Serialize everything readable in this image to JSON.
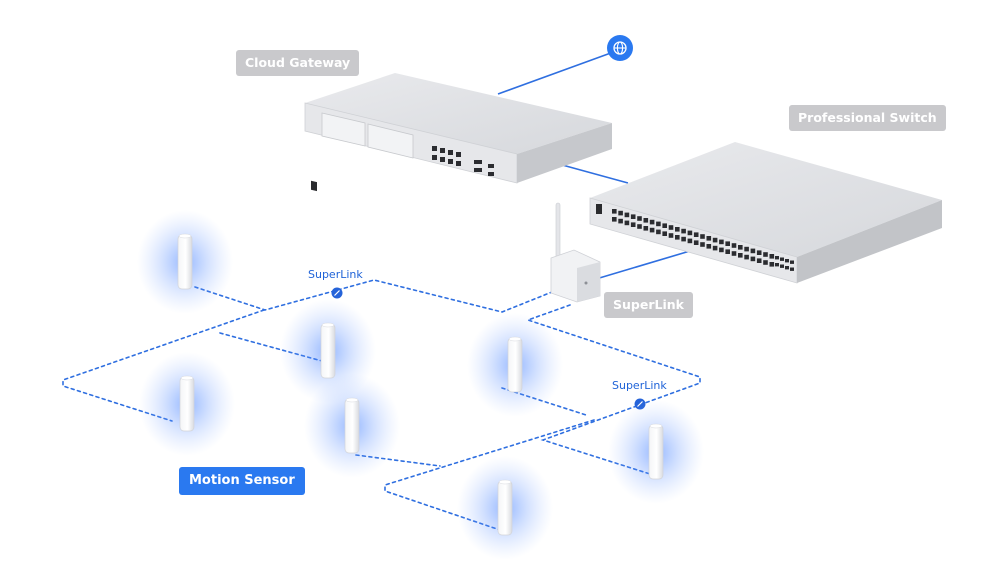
{
  "labels": {
    "cloud_gateway": "Cloud Gateway",
    "professional_switch": "Professional Switch",
    "superlink_device": "SuperLink",
    "motion_sensor": "Motion Sensor",
    "superlink_1": "SuperLink",
    "superlink_2": "SuperLink"
  },
  "icons": {
    "internet": "globe-icon",
    "link": "link-icon"
  },
  "colors": {
    "accent": "#2a79f0",
    "link_line": "#2f6fe0",
    "label_gray": "#c9c9cc",
    "device_body": "#e4e5e8",
    "sensor_glow": "#4f86ff"
  }
}
